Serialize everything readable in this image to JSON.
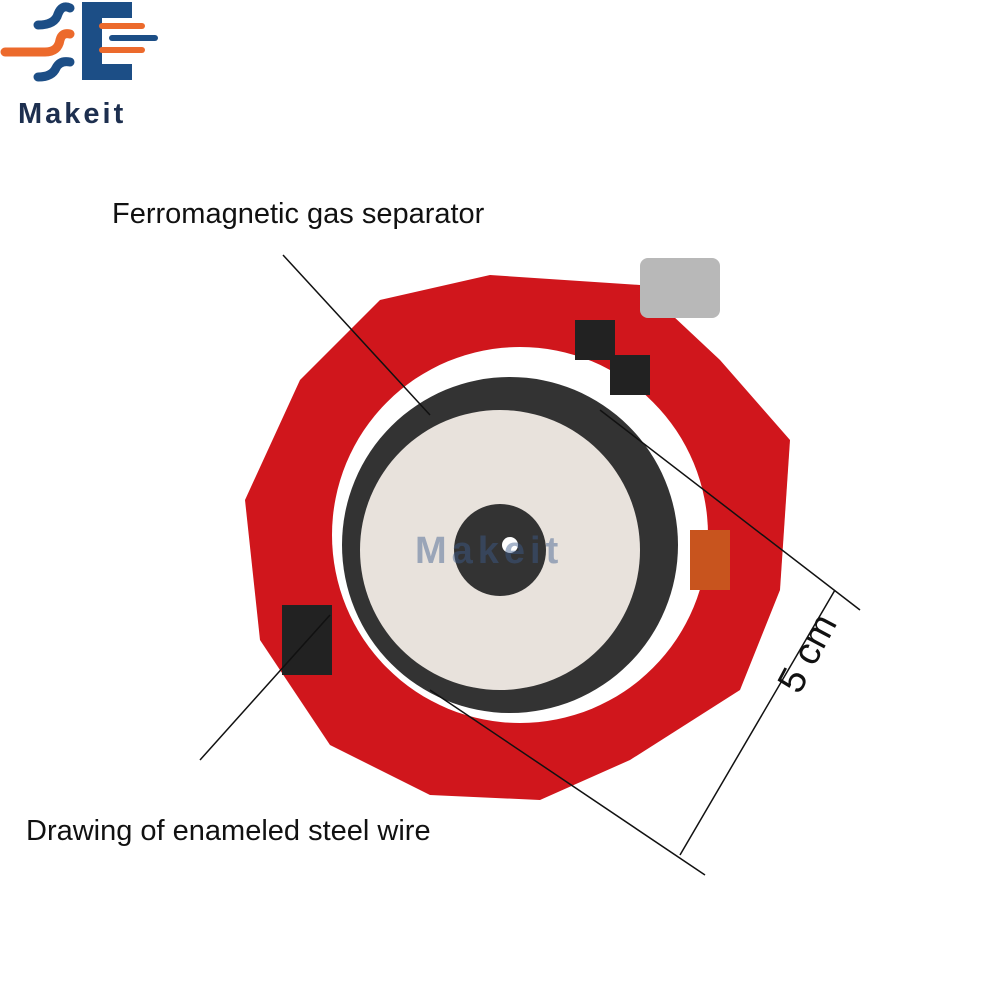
{
  "logo": {
    "text": "Makeit"
  },
  "annotations": {
    "top_label": "Ferromagnetic gas separator",
    "bottom_label": "Drawing of enameled steel wire",
    "dimension": "5 cm"
  },
  "watermark": {
    "text": "Makeit"
  },
  "colors": {
    "logo_blue": "#1c4e86",
    "logo_orange": "#ec6a2c",
    "pcb_red": "#d0161c",
    "coil": "#e8e2dc",
    "ferrite": "#333333"
  }
}
